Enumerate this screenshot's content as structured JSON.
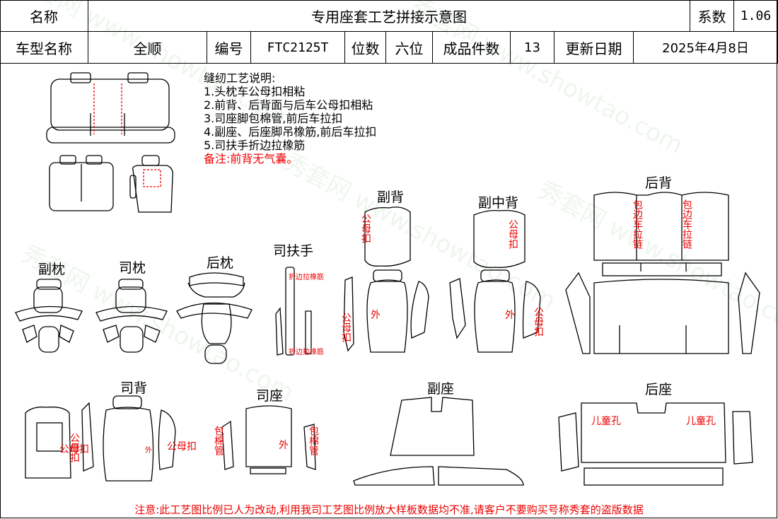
{
  "header": {
    "name_label": "名称",
    "title": "专用座套工艺拼接示意图",
    "coef_label": "系数",
    "coef_value": "1.06",
    "model_label": "车型名称",
    "model_value": "全顺",
    "code_label": "编号",
    "code_value": "FTC2125T",
    "seats_label": "位数",
    "seats_value": "六位",
    "pieces_label": "成品件数",
    "pieces_value": "13",
    "date_label": "更新日期",
    "date_value": "2025年4月8日"
  },
  "notes": {
    "title": "缝纫工艺说明:",
    "items": [
      "1.头枕车公母扣相粘",
      "2.前背、后背面与后车公母扣相粘",
      "3.司座脚包棉管,前后车拉扣",
      "4.副座、后座脚吊橡筋,前后车拉扣",
      "5.司扶手折边拉橡筋"
    ],
    "remark": "备注:前背无气囊。"
  },
  "parts": {
    "fu_zhen": "副枕",
    "si_zhen": "司枕",
    "hou_zhen": "后枕",
    "si_fushou": "司扶手",
    "fu_bei": "副背",
    "fu_zhong_bei": "副中背",
    "hou_bei": "后背",
    "si_bei": "司背",
    "si_zuo": "司座",
    "fu_zuo": "副座",
    "hou_zuo": "后座"
  },
  "annotations": {
    "gong_mu_kou": "公母扣",
    "wai": "外",
    "zhe_bian": "折边拉橡筋",
    "bao_bian": "包边车拉链",
    "bao_mian_guan": "包棉管",
    "er_tong_kong": "儿童孔"
  },
  "watermark": {
    "brand": "秀套网",
    "url": "www.showtao.com"
  },
  "footer": "注意:此工艺图比例已人为改动,利用我司工艺图比例放大样板数据均不准,请客户不要购买号称秀套的盗版数据"
}
